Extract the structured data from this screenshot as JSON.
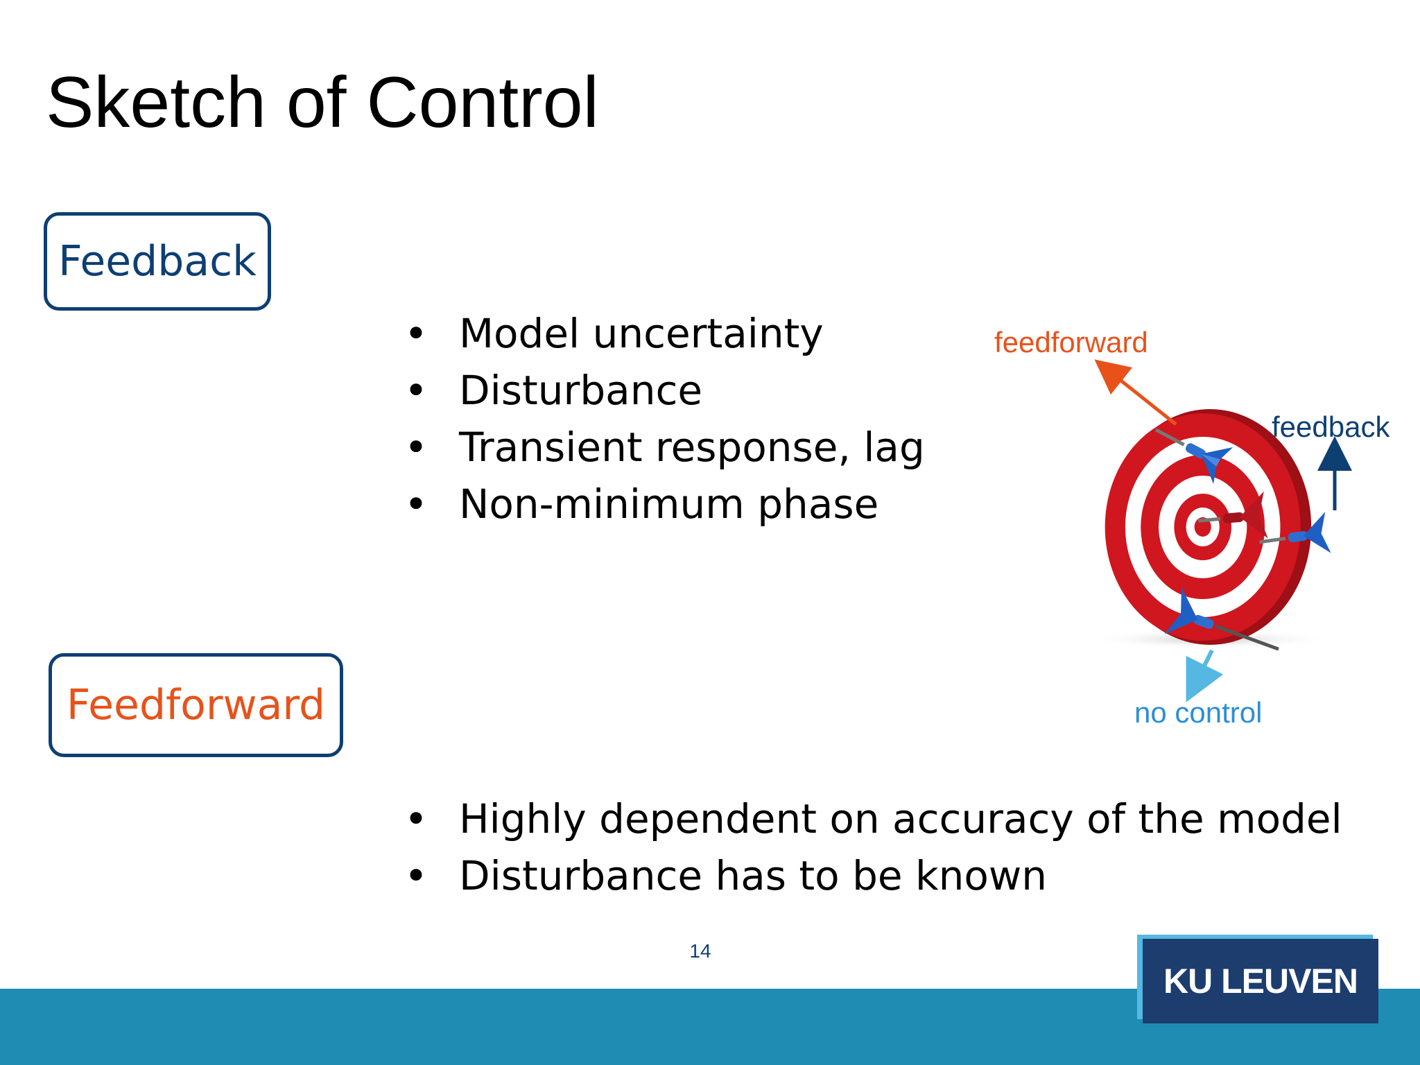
{
  "slide": {
    "title": "Sketch of Control",
    "page_number": "14"
  },
  "feedback": {
    "label": "Feedback",
    "bullets": [
      "Model uncertainty",
      "Disturbance",
      "Transient response, lag",
      "Non-minimum phase"
    ]
  },
  "feedforward": {
    "label": "Feedforward",
    "bullets": [
      "Highly dependent on accuracy of the model",
      "Disturbance has to be known"
    ]
  },
  "target_graphic": {
    "labels": {
      "feedforward": "feedforward",
      "feedback": "feedback",
      "no_control": "no control"
    },
    "colors": {
      "feedforward": "#e8521a",
      "feedback": "#0e3f73",
      "no_control": "#2b8fd6",
      "target_red": "#d0161f"
    }
  },
  "logo": {
    "text": "KU LEUVEN"
  },
  "colors": {
    "primary_navy": "#0e3f73",
    "accent_orange": "#e8521a",
    "footer_blue": "#1f8db3"
  },
  "bullet_symbol": "•"
}
